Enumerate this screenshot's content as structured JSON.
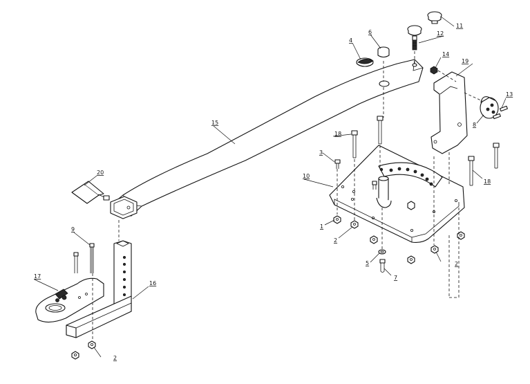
{
  "callouts": [
    {
      "id": "c1",
      "text": "1"
    },
    {
      "id": "c2a",
      "text": "2"
    },
    {
      "id": "c2b",
      "text": "2"
    },
    {
      "id": "c2c",
      "text": "2"
    },
    {
      "id": "c3",
      "text": "3"
    },
    {
      "id": "c4",
      "text": "4"
    },
    {
      "id": "c5",
      "text": "5"
    },
    {
      "id": "c6",
      "text": "6"
    },
    {
      "id": "c7",
      "text": "7"
    },
    {
      "id": "c8",
      "text": "8"
    },
    {
      "id": "c9",
      "text": "9"
    },
    {
      "id": "c10",
      "text": "10"
    },
    {
      "id": "c11",
      "text": "11"
    },
    {
      "id": "c12",
      "text": "12"
    },
    {
      "id": "c13",
      "text": "13"
    },
    {
      "id": "c14",
      "text": "14"
    },
    {
      "id": "c15",
      "text": "15"
    },
    {
      "id": "c16",
      "text": "16"
    },
    {
      "id": "c17",
      "text": "17"
    },
    {
      "id": "c18a",
      "text": "18"
    },
    {
      "id": "c18b",
      "text": "18"
    },
    {
      "id": "c19",
      "text": "19"
    },
    {
      "id": "c20",
      "text": "20"
    }
  ],
  "colors": {
    "line": "#111111",
    "background": "#ffffff"
  }
}
